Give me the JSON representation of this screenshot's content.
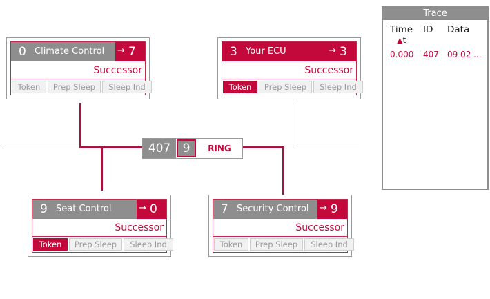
{
  "nodes": {
    "climate": {
      "num": "0",
      "name": "Climate Control",
      "successor": "7",
      "successor_label": "Successor",
      "tabs": [
        "Token",
        "Prep Sleep",
        "Sleep Ind"
      ],
      "active_tab": null
    },
    "your_ecu": {
      "num": "3",
      "name": "Your ECU",
      "successor": "3",
      "successor_label": "Successor",
      "tabs": [
        "Token",
        "Prep Sleep",
        "Sleep Ind"
      ],
      "active_tab": "Token"
    },
    "seat": {
      "num": "9",
      "name": "Seat Control",
      "successor": "0",
      "successor_label": "Successor",
      "tabs": [
        "Token",
        "Prep Sleep",
        "Sleep Ind"
      ],
      "active_tab": "Token"
    },
    "security": {
      "num": "7",
      "name": "Security Control",
      "successor": "9",
      "successor_label": "Successor",
      "tabs": [
        "Token",
        "Prep Sleep",
        "Sleep Ind"
      ],
      "active_tab": null
    }
  },
  "arrow_glyph": "→",
  "ring_message": {
    "id": "407",
    "data": "9",
    "label": "RING"
  },
  "trace": {
    "title": "Trace",
    "columns": [
      "Time",
      "ID",
      "Data"
    ],
    "sort_indicator": "t",
    "rows": [
      {
        "time": "0.000",
        "id": "407",
        "data": "09 02 ..."
      }
    ]
  },
  "colors": {
    "accent": "#c3093c",
    "header_gray": "#8e8e8e"
  }
}
